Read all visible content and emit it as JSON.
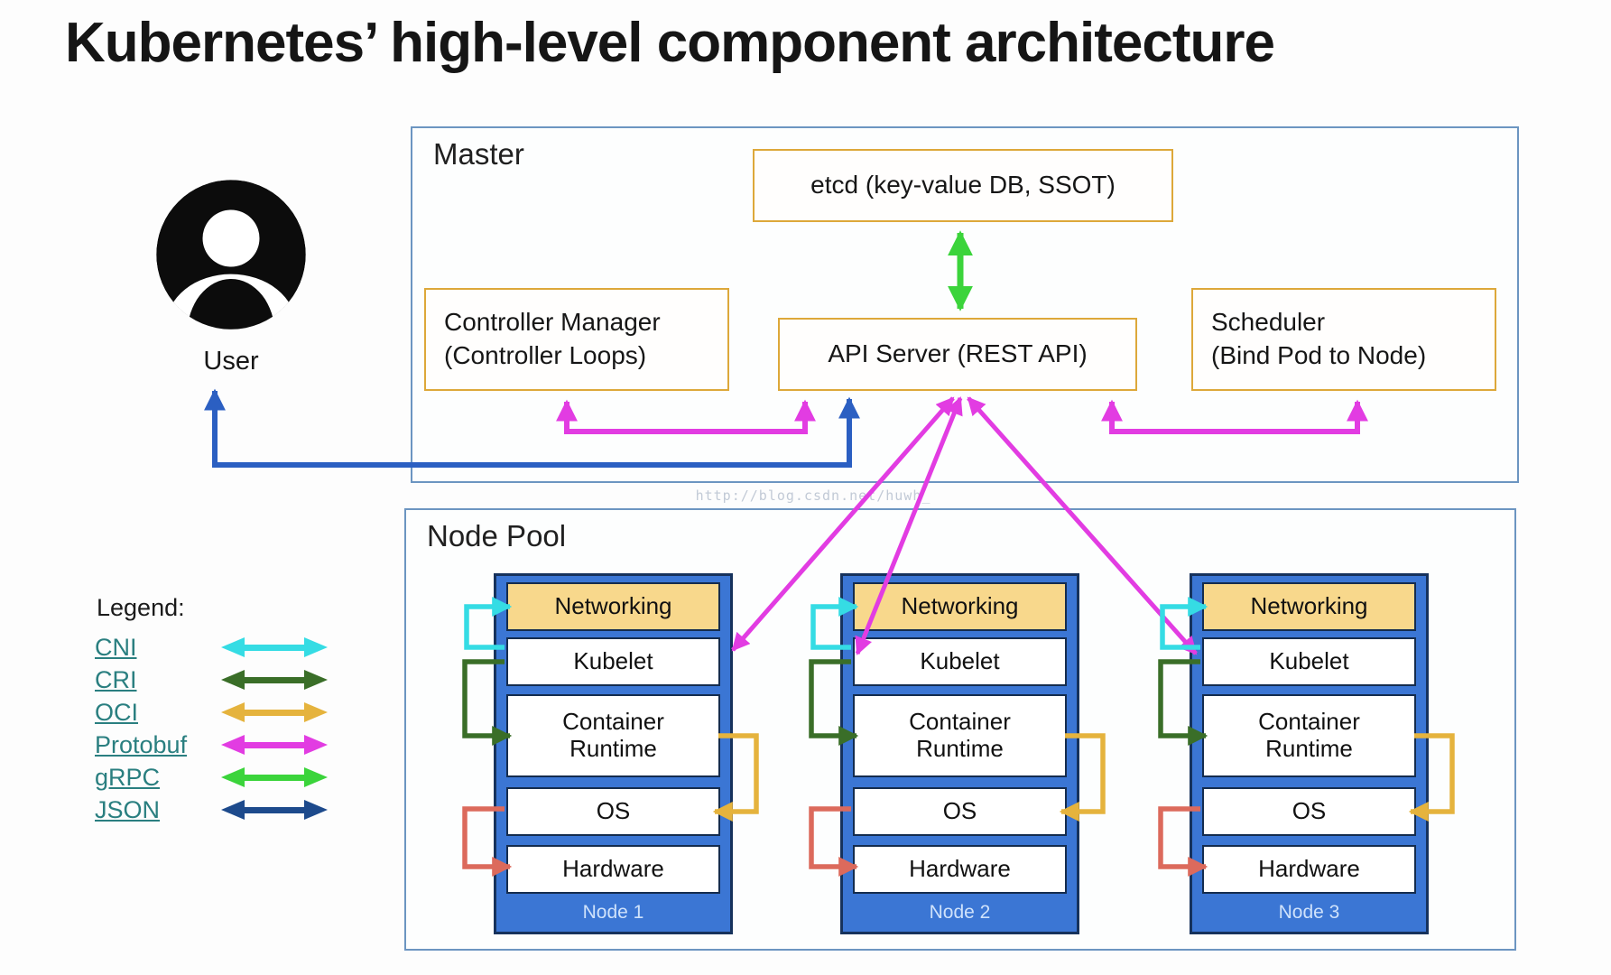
{
  "title": "Kubernetes’ high-level component architecture",
  "watermark": "http://blog.csdn.net/huwh_",
  "user": {
    "label": "User"
  },
  "master": {
    "label": "Master",
    "etcd_label": "etcd (key-value DB, SSOT)",
    "api_server_label": "API Server (REST API)",
    "controller_manager": {
      "line1": "Controller Manager",
      "line2": "(Controller Loops)"
    },
    "scheduler": {
      "line1": "Scheduler",
      "line2": "(Bind Pod to Node)"
    }
  },
  "node_pool": {
    "label": "Node Pool",
    "nodes": [
      {
        "name": "Node 1",
        "layers": [
          "Networking",
          "Kubelet",
          "Container Runtime",
          "OS",
          "Hardware"
        ]
      },
      {
        "name": "Node 2",
        "layers": [
          "Networking",
          "Kubelet",
          "Container Runtime",
          "OS",
          "Hardware"
        ]
      },
      {
        "name": "Node 3",
        "layers": [
          "Networking",
          "Kubelet",
          "Container Runtime",
          "OS",
          "Hardware"
        ]
      }
    ]
  },
  "legend": {
    "label": "Legend:",
    "items": [
      {
        "label": "CNI",
        "color": "#35dce4"
      },
      {
        "label": "CRI",
        "color": "#3a6e28"
      },
      {
        "label": "OCI",
        "color": "#e5b33d"
      },
      {
        "label": "Protobuf",
        "color": "#e23ce2"
      },
      {
        "label": "gRPC",
        "color": "#3bd43b"
      },
      {
        "label": "JSON",
        "color": "#1d4a8c"
      }
    ]
  },
  "colors": {
    "frame_border": "#6c95c1",
    "component_box_border": "#dda83a",
    "node_fill": "#3b76d4",
    "node_border": "#16325c",
    "networking_fill": "#f8d88c",
    "user_api_arrow_json": "#2b5fc2",
    "etcd_api_arrow_grpc": "#3bd43b",
    "api_kubelet_arrow_protobuf": "#e23ce2",
    "os_hardware_arrow": "#dc6a5c",
    "node_label_text": "#cfe2fb"
  }
}
